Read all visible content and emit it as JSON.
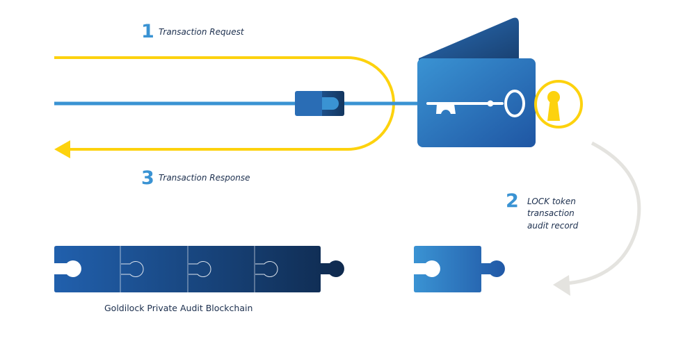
{
  "steps": [
    {
      "number": "1",
      "label": "Transaction Request"
    },
    {
      "number": "2",
      "label_lines": [
        "LOCK token",
        "transaction",
        "audit record"
      ]
    },
    {
      "number": "3",
      "label": "Transaction Response"
    }
  ],
  "blockchain": {
    "label": "Goldilock Private Audit Blockchain",
    "block_count": 4
  },
  "colors": {
    "yellow": "#fdd20e",
    "blue_line": "#3a93d3",
    "navy": "#0f2d50",
    "blue": "#2a6db5",
    "light_blue": "#3a93d3",
    "gray_arrow": "#e4e3df",
    "text": "#1b2e4d"
  }
}
